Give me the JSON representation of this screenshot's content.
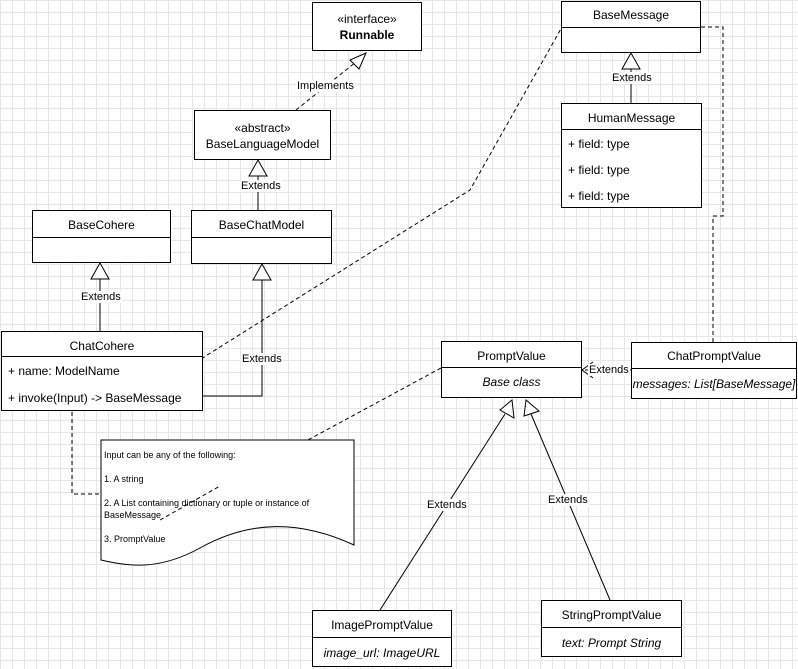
{
  "runnable": {
    "stereotype": "«interface»",
    "name": "Runnable"
  },
  "base_language_model": {
    "stereotype": "«abstract»",
    "name": "BaseLanguageModel"
  },
  "base_chat_model": {
    "name": "BaseChatModel"
  },
  "base_cohere": {
    "name": "BaseCohere"
  },
  "chat_cohere": {
    "name": "ChatCohere",
    "attributes": [
      "+ name: ModelName",
      "+ invoke(Input) -> BaseMessage"
    ]
  },
  "base_message": {
    "name": "BaseMessage"
  },
  "human_message": {
    "name": "HumanMessage",
    "fields": [
      "+ field: type",
      "+ field: type",
      "+ field: type"
    ]
  },
  "prompt_value": {
    "name": "PromptValue",
    "note": "Base class"
  },
  "chat_prompt_value": {
    "name": "ChatPromptValue",
    "attribute": "messages: List[BaseMessage]"
  },
  "image_prompt_value": {
    "name": "ImagePromptValue",
    "attribute": "image_url: ImageURL"
  },
  "string_prompt_value": {
    "name": "StringPromptValue",
    "attribute": "text: Prompt String"
  },
  "note": {
    "lines": [
      "Input can be any of the following:",
      "1. A string",
      "2. A List containing dictionary or tuple or instance of",
      "BaseMessage",
      "3. PromptValue"
    ]
  },
  "edge_labels": {
    "implements": "Implements",
    "extends": "Extends"
  }
}
